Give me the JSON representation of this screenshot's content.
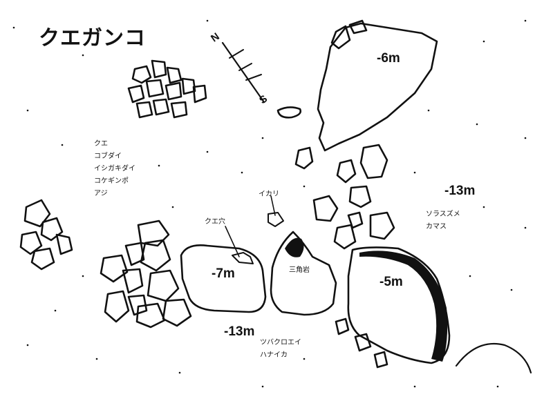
{
  "title": "クエガンコ",
  "compass": {
    "north": "N",
    "south": "S"
  },
  "depths": {
    "top_rock": "-6m",
    "right_open": "-13m",
    "left_rock": "-7m",
    "right_rock": "-5m",
    "bottom_sand": "-13m"
  },
  "labels": {
    "anchor": "イカリ",
    "kue_hole": "クエ穴",
    "triangle_rock": "三角岩"
  },
  "fish_left": [
    "クエ",
    "コブダイ",
    "イシガキダイ",
    "コケギンポ",
    "アジ"
  ],
  "fish_right": [
    "ソラスズメ",
    "カマス"
  ],
  "fish_bottom": [
    "ツバクロエイ",
    "ハナイカ"
  ],
  "colors": {
    "ink": "#111111",
    "paper": "#ffffff"
  }
}
